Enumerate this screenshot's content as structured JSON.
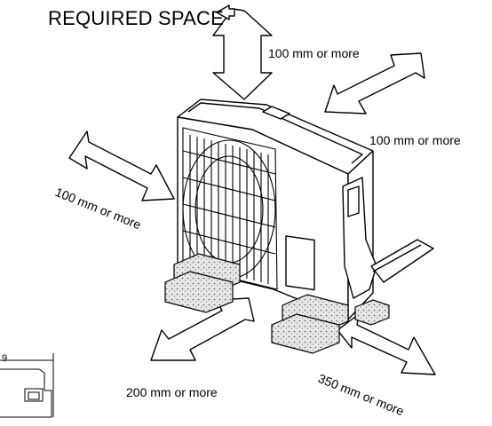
{
  "title": "REQUIRED SPACE",
  "clearances": {
    "top": "100 mm or more",
    "right": "100 mm or more",
    "left": "100 mm or more",
    "front": "200 mm or more",
    "back": "350 mm or more"
  },
  "dimension_fragment": "9",
  "colors": {
    "line": "#000000",
    "fill": "#ffffff",
    "foam": "#d9d9d9"
  }
}
